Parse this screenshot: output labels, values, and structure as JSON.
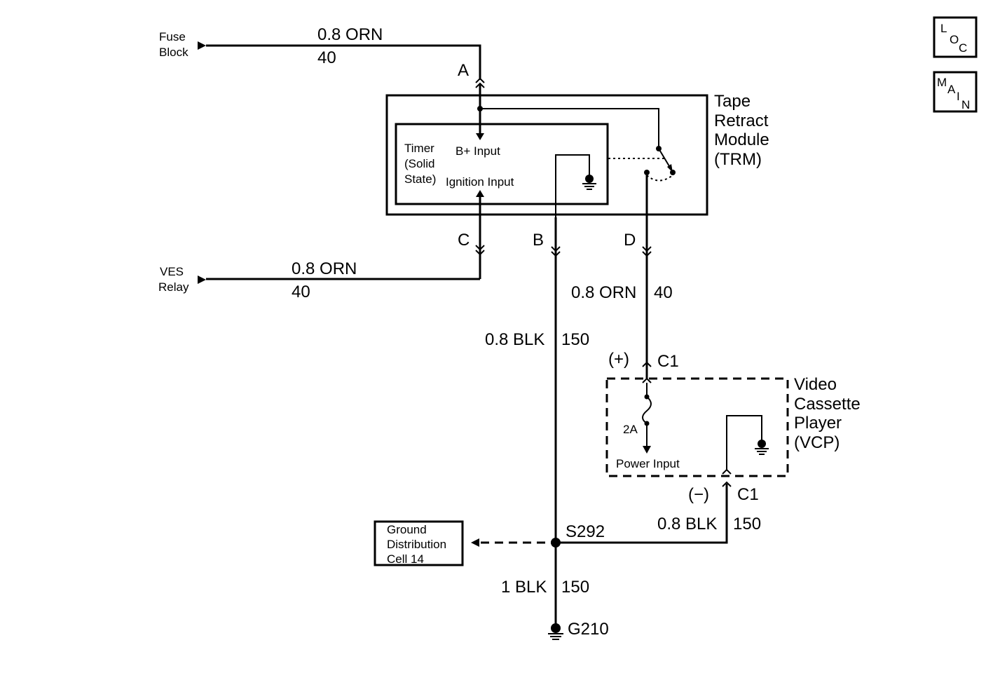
{
  "sources": {
    "fuse_block": {
      "line1": "Fuse",
      "line2": "Block"
    },
    "ves_relay": {
      "line1": "VES",
      "line2": "Relay"
    }
  },
  "wires": {
    "fuse": {
      "spec": "0.8 ORN",
      "circuit": "40"
    },
    "ves": {
      "spec": "0.8 ORN",
      "circuit": "40"
    },
    "b_ground": {
      "spec": "0.8 BLK",
      "circuit": "150"
    },
    "d_vcp": {
      "spec": "0.8 ORN",
      "circuit": "40"
    },
    "vcp_ground": {
      "spec": "0.8 BLK",
      "circuit": "150"
    },
    "main_ground": {
      "spec": "1 BLK",
      "circuit": "150"
    }
  },
  "trm": {
    "name_lines": [
      "Tape",
      "Retract",
      "Module",
      "(TRM)"
    ],
    "timer_lines": [
      "Timer",
      "(Solid",
      "State)"
    ],
    "b_plus_input": "B+ Input",
    "ignition_input": "Ignition Input",
    "pins": {
      "a": "A",
      "b": "B",
      "c": "C",
      "d": "D"
    }
  },
  "vcp": {
    "name_lines": [
      "Video",
      "Cassette",
      "Player",
      "(VCP)"
    ],
    "fuse_rating": "2A",
    "power_input": "Power Input",
    "plus_label": "(+)",
    "minus_label": "(−)",
    "connector_top": "C1",
    "connector_bottom": "C1"
  },
  "splice": "S292",
  "ground_point": "G210",
  "ground_distribution": {
    "lines": [
      "Ground",
      "Distribution",
      "Cell 14"
    ]
  },
  "nav_icons": {
    "loc": {
      "l1": "L",
      "l2": "O",
      "l3": "C"
    },
    "main": {
      "l1": "M",
      "l2": "A",
      "l3": "I",
      "l4": "N"
    }
  }
}
